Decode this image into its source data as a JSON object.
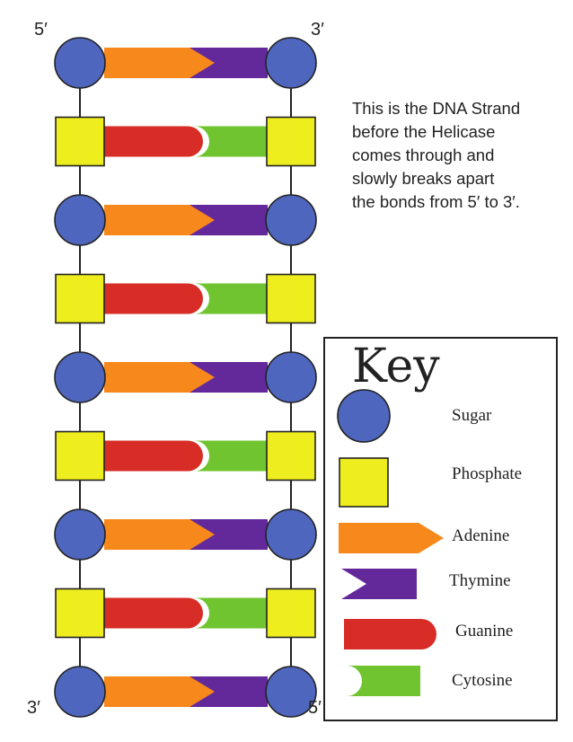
{
  "colors": {
    "sugar": "#4f66be",
    "phosphate": "#eeee1e",
    "adenine": "#f7881c",
    "thymine": "#63299a",
    "guanine": "#d72d26",
    "cytosine": "#6fc42f",
    "stroke": "#222222"
  },
  "labels": {
    "top_left": "5′",
    "top_right": "3′",
    "bottom_left": "3′",
    "bottom_right": "5′"
  },
  "description": {
    "lines": [
      "This is the DNA Strand",
      "before the Helicase",
      "comes through and",
      "slowly breaks apart",
      "the bonds from 5′ to 3′."
    ]
  },
  "rungs": [
    {
      "backbone": "sugar",
      "left_base": "adenine",
      "right_base": "thymine"
    },
    {
      "backbone": "phosphate",
      "left_base": "guanine",
      "right_base": "cytosine"
    },
    {
      "backbone": "sugar",
      "left_base": "adenine",
      "right_base": "thymine"
    },
    {
      "backbone": "phosphate",
      "left_base": "guanine",
      "right_base": "cytosine"
    },
    {
      "backbone": "sugar",
      "left_base": "adenine",
      "right_base": "thymine"
    },
    {
      "backbone": "phosphate",
      "left_base": "guanine",
      "right_base": "cytosine"
    },
    {
      "backbone": "sugar",
      "left_base": "adenine",
      "right_base": "thymine"
    },
    {
      "backbone": "phosphate",
      "left_base": "guanine",
      "right_base": "cytosine"
    },
    {
      "backbone": "sugar",
      "left_base": "adenine",
      "right_base": "thymine"
    }
  ],
  "key": {
    "title": "Key",
    "items": [
      {
        "shape": "sugar",
        "label": "Sugar"
      },
      {
        "shape": "phosphate",
        "label": "Phosphate"
      },
      {
        "shape": "adenine",
        "label": "Adenine"
      },
      {
        "shape": "thymine",
        "label": "Thymine"
      },
      {
        "shape": "guanine",
        "label": "Guanine"
      },
      {
        "shape": "cytosine",
        "label": "Cytosine"
      }
    ]
  }
}
